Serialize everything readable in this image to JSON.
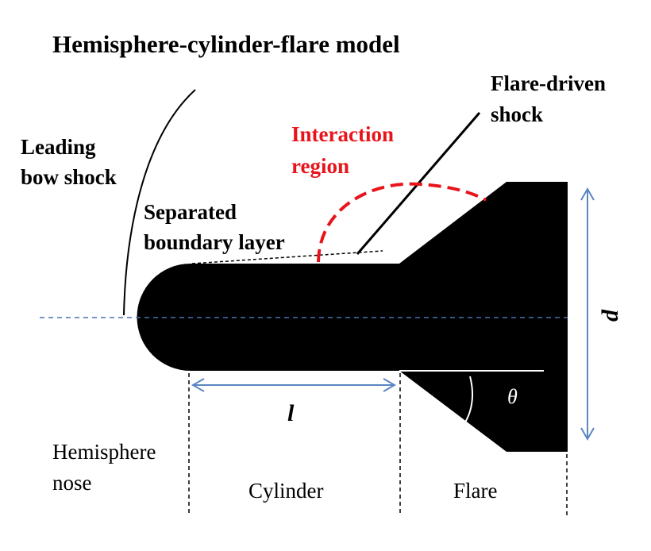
{
  "title": "Hemisphere-cylinder-flare model",
  "labels": {
    "flare_shock_1": "Flare-driven",
    "flare_shock_2": "shock",
    "bow_shock_1": "Leading",
    "bow_shock_2": "bow shock",
    "interaction_1": "Interaction",
    "interaction_2": "region",
    "separated_1": "Separated",
    "separated_2": "boundary layer",
    "nose_1": "Hemisphere",
    "nose_2": "nose",
    "cylinder": "Cylinder",
    "flare": "Flare",
    "length_symbol": "l",
    "diameter_symbol": "d",
    "angle_symbol": "θ"
  },
  "colors": {
    "body": "#000000",
    "interaction": "#e8141c",
    "dimension": "#5b86c2",
    "centerline": "#4a72b0"
  }
}
